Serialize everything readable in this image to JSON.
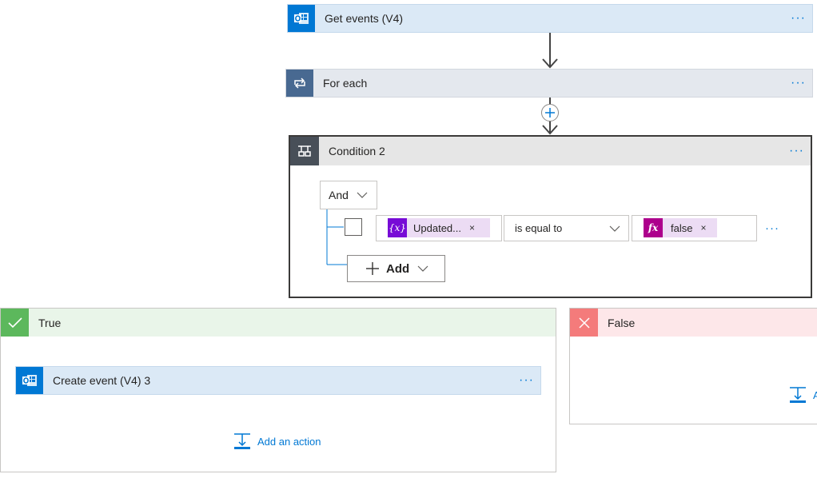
{
  "colors": {
    "outlook_blue": "#0078d4",
    "foreach_blue": "#486991",
    "condition_dark": "#484f58",
    "true_green": "#5cb85c",
    "false_red": "#f47b7b",
    "token_purple": "#770bd6",
    "token_magenta": "#ad008c",
    "link_blue": "#0078d4"
  },
  "get_events": {
    "title": "Get events (V4)",
    "more": "···",
    "icon": "outlook-icon"
  },
  "for_each": {
    "title": "For each",
    "more": "···",
    "icon": "loop-icon"
  },
  "insert_step": {
    "icon": "plus-circle-icon"
  },
  "condition": {
    "title": "Condition 2",
    "more": "···",
    "icon": "condition-icon",
    "group_operator": "And",
    "row": {
      "left_token": {
        "icon_text": "{x}",
        "label": "Updated...",
        "remove": "×"
      },
      "operator": "is equal to",
      "right_token": {
        "icon_text": "fx",
        "label": "false",
        "remove": "×"
      },
      "more": "···"
    },
    "add_label": "Add"
  },
  "true_branch": {
    "title": "True",
    "action": {
      "title": "Create event (V4) 3",
      "more": "···",
      "icon": "outlook-icon"
    },
    "add_action": "Add an action"
  },
  "false_branch": {
    "title": "False",
    "add_action_partial": "A"
  }
}
